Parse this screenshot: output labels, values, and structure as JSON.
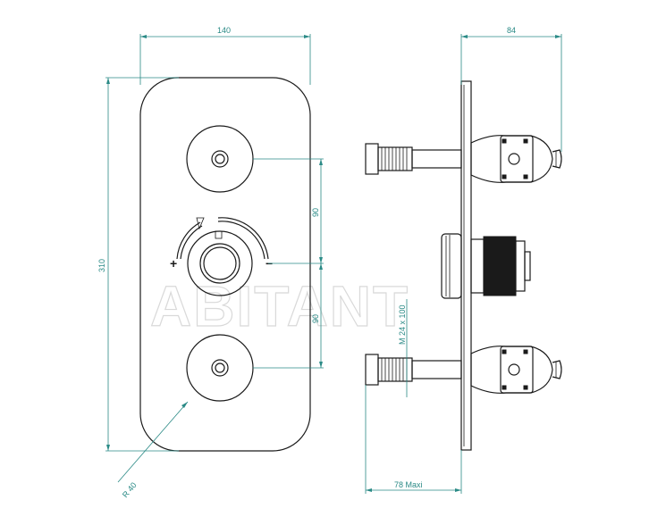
{
  "watermark": "ABITANT",
  "dimensions": {
    "width": "140",
    "depth": "84",
    "height": "310",
    "spacing_upper": "90",
    "spacing_lower": "90",
    "radius": "R 40",
    "thread": "M 24 x 100",
    "max_length": "78 Maxi"
  },
  "symbols": {
    "plus": "+",
    "minus": "−"
  },
  "colors": {
    "dimension": "#2a8a86",
    "ink": "#1a1a1a",
    "watermark": "#d9d9d9"
  }
}
